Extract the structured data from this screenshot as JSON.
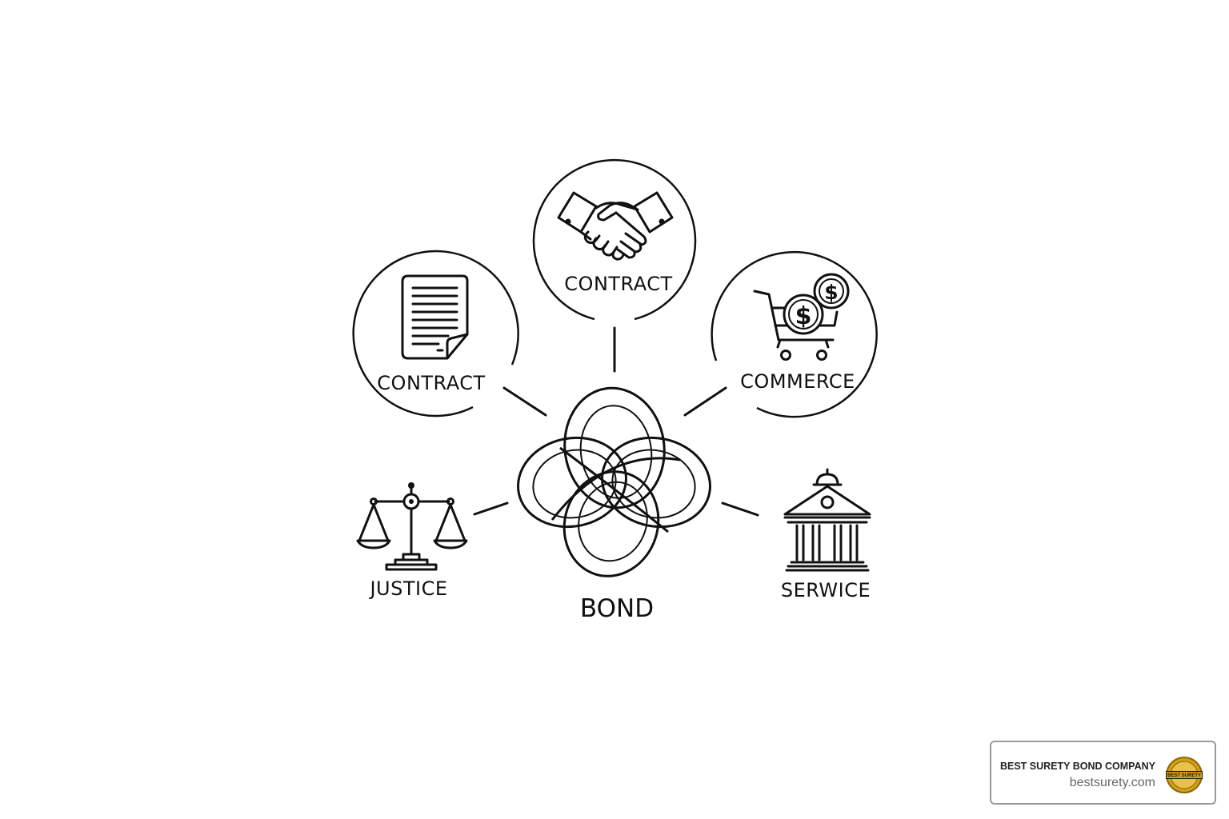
{
  "diagram": {
    "nodes": {
      "top": {
        "label": "CONTRACT",
        "icon": "handshake-icon"
      },
      "upper_left": {
        "label": "CONTRACT",
        "icon": "document-icon"
      },
      "upper_right": {
        "label": "COMMERCE",
        "icon": "shopping-cart-icon"
      },
      "lower_left": {
        "label": "JUSTICE",
        "icon": "scales-icon"
      },
      "lower_right": {
        "label": "SERWICE",
        "icon": "government-building-icon"
      }
    },
    "hub": {
      "label": "BOND",
      "icon": "interlocking-knot-icon"
    }
  },
  "badge": {
    "company": "BEST SURETY BOND COMPANY",
    "url": "bestsurety.com",
    "seal_text": "BEST SURETY",
    "seal_icon": "gold-seal-icon",
    "colors": {
      "seal_gold": "#d4a017",
      "seal_dark": "#8a6508"
    }
  }
}
